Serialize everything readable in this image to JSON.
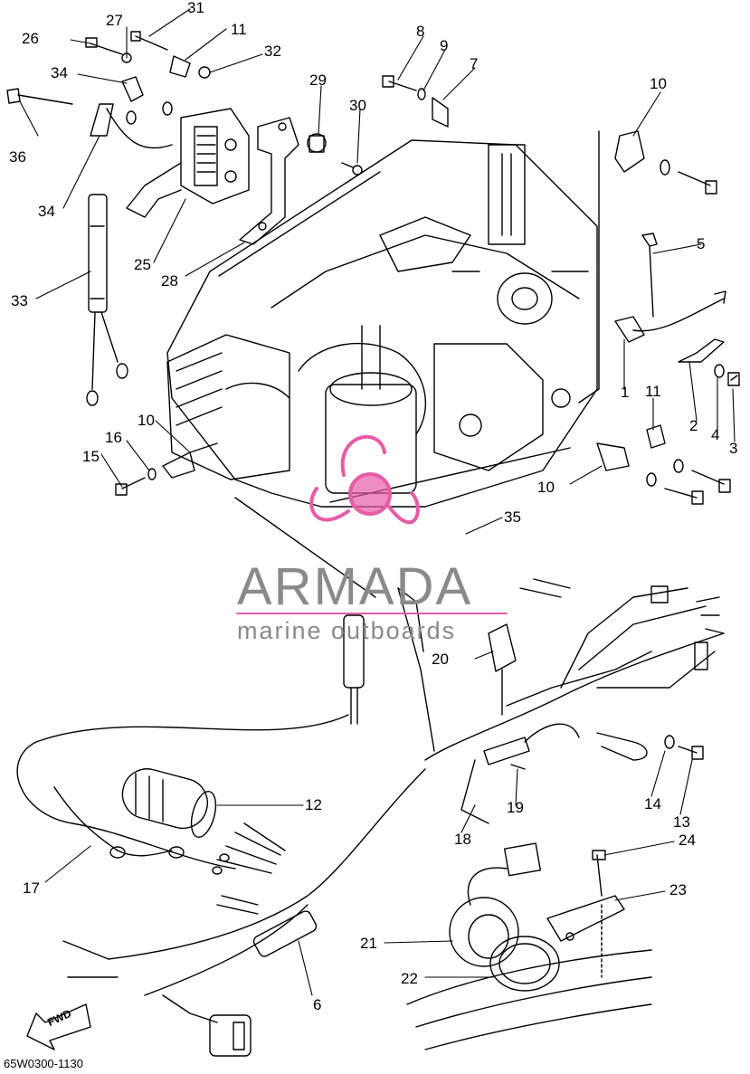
{
  "diagram": {
    "code": "65W0300-1130",
    "fwd_label": "FWD",
    "watermark": {
      "brand": "ARMADA",
      "tagline": "marine outboards"
    },
    "colors": {
      "line": "#000000",
      "watermark_pink": "#e75ca6",
      "watermark_text": "#8a8a8a"
    },
    "part_labels": [
      "1",
      "2",
      "3",
      "4",
      "5",
      "6",
      "7",
      "8",
      "9",
      "10",
      "10",
      "10",
      "11",
      "11",
      "12",
      "13",
      "14",
      "15",
      "16",
      "17",
      "18",
      "19",
      "20",
      "21",
      "22",
      "23",
      "24",
      "25",
      "26",
      "27",
      "28",
      "29",
      "30",
      "31",
      "32",
      "33",
      "34",
      "34",
      "35",
      "36"
    ]
  }
}
